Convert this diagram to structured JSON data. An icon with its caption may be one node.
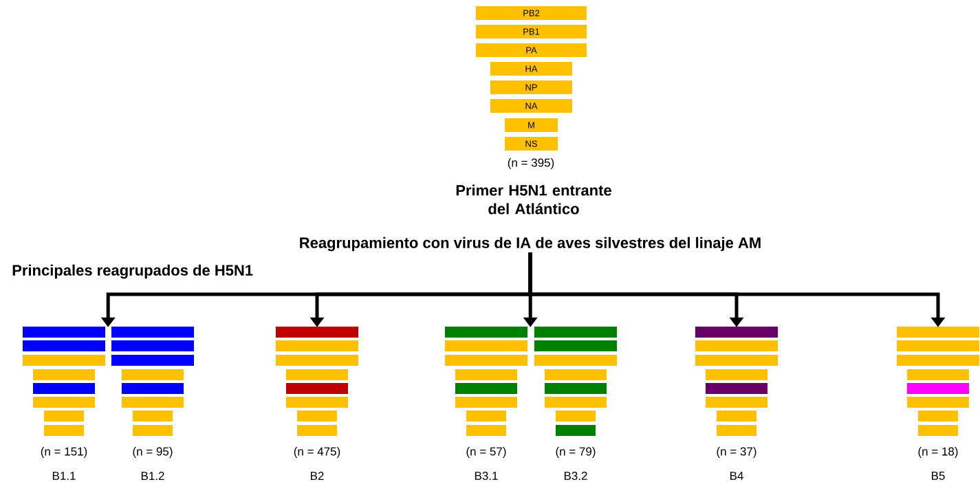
{
  "diagram": {
    "nodes": [
      {
        "text": [
          "PB2"
        ]
      },
      {
        "text": [
          "PB1"
        ]
      },
      {
        "text": [
          "PA"
        ]
      },
      {
        "text": [
          "HA"
        ]
      },
      {
        "text": [
          "NP"
        ]
      },
      {
        "text": [
          "NA"
        ]
      },
      {
        "text": [
          "M"
        ]
      },
      {
        "text": [
          "NS"
        ]
      },
      {
        "text": [
          "Reagrupamiento con virus de IA de aves silvestres del linaje AM"
        ]
      },
      {
        "text": [],
        "shape": "bar",
        "beside": [
          "(n = 151)",
          "B1.1"
        ]
      },
      {
        "text": [],
        "shape": "bar",
        "beside": [
          "(n = 95)",
          "B1.2"
        ]
      },
      {
        "text": [],
        "shape": "bar",
        "beside": [
          "(n = 475)",
          "B2"
        ]
      },
      {
        "text": [],
        "shape": "bar",
        "beside": [
          "(n = 57)",
          "B3.1"
        ]
      },
      {
        "text": [],
        "shape": "bar",
        "beside": [
          "(n = 79)",
          "B3.2"
        ]
      },
      {
        "text": [],
        "shape": "bar",
        "beside": [
          "(n = 37)",
          "B4"
        ]
      },
      {
        "text": [],
        "shape": "bar",
        "beside": [
          "(n = 18)",
          "B5"
        ]
      }
    ],
    "edges": [
      {
        "from": 8,
        "to": 9,
        "arrow": "to"
      },
      {
        "from": 8,
        "to": 11,
        "arrow": "to"
      },
      {
        "from": 8,
        "to": 12,
        "arrow": "to"
      },
      {
        "from": 8,
        "to": 14,
        "arrow": "to"
      },
      {
        "from": 8,
        "to": 15,
        "arrow": "to"
      }
    ],
    "labels": [
      "(n = 395)",
      "Primer H5N1 entrante del Atlántico",
      "Principales reagrupados de H5N1"
    ]
  }
}
